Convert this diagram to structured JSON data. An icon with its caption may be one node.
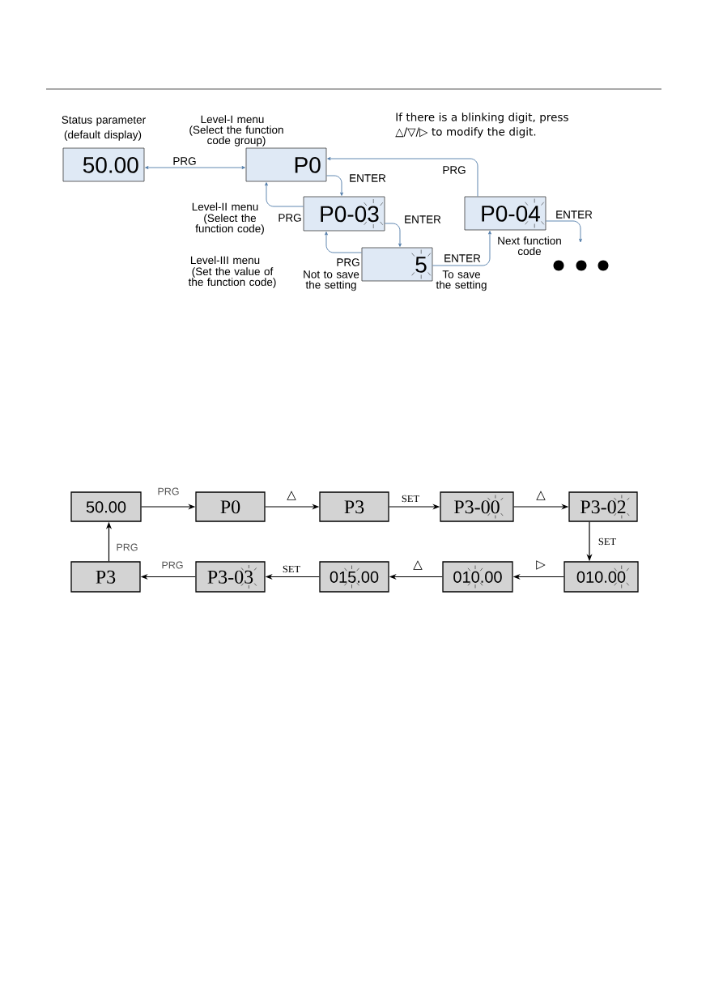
{
  "diagram": {
    "nodes": [
      {
        "text": [
          "Status parameter",
          "(default display)",
          "50.00"
        ]
      },
      {
        "text": [
          "Level-I menu",
          "(Select the function code group)",
          "P0"
        ]
      },
      {
        "text": [
          "P0-03"
        ],
        "beside": [
          "Level-II menu",
          "(Select the function code)"
        ]
      },
      {
        "text": [
          "P0-04"
        ],
        "beside": [
          "Next function code"
        ]
      },
      {
        "text": [
          "5"
        ],
        "beside": [
          "Level-III menu",
          "(Set the value of the function code)"
        ]
      },
      {
        "text": [
          "50.00"
        ]
      },
      {
        "text": [
          "P0"
        ]
      },
      {
        "text": [
          "P3"
        ]
      },
      {
        "text": [
          "P3-00"
        ]
      },
      {
        "text": [
          "P3-02"
        ]
      },
      {
        "text": [
          "P3"
        ]
      },
      {
        "text": [
          "P3-03"
        ]
      },
      {
        "text": [
          "015.00"
        ]
      },
      {
        "text": [
          "010.00"
        ]
      },
      {
        "text": [
          "010.00"
        ]
      }
    ],
    "edges": [
      {
        "from": 0,
        "to": 1,
        "arrow": "both",
        "label": "PRG",
        "color": "#4f7aa8"
      },
      {
        "from": 1,
        "to": 2,
        "arrow": "to",
        "label": "ENTER",
        "color": "#4f7aa8"
      },
      {
        "from": 2,
        "to": 1,
        "arrow": "to",
        "label": "PRG",
        "color": "#4f7aa8"
      },
      {
        "from": 2,
        "to": 4,
        "arrow": "to",
        "label": "ENTER",
        "color": "#4f7aa8"
      },
      {
        "from": 4,
        "to": 2,
        "arrow": "to",
        "label": "PRG",
        "color": "#4f7aa8"
      },
      {
        "from": 4,
        "to": 3,
        "arrow": "to",
        "label": "ENTER",
        "color": "#4f7aa8"
      },
      {
        "from": 3,
        "to": 1,
        "arrow": "to",
        "label": "PRG",
        "color": "#4f7aa8"
      },
      {
        "from": 3,
        "to": null,
        "arrow": "to",
        "label": "ENTER",
        "color": "#4f7aa8"
      },
      {
        "from": 5,
        "to": 6,
        "arrow": "to",
        "label": "PRG"
      },
      {
        "from": 6,
        "to": 7,
        "arrow": "to",
        "label": "△"
      },
      {
        "from": 7,
        "to": 8,
        "arrow": "to",
        "label": "SET"
      },
      {
        "from": 8,
        "to": 9,
        "arrow": "to",
        "label": "△"
      },
      {
        "from": 9,
        "to": 14,
        "arrow": "to",
        "label": "SET"
      },
      {
        "from": 14,
        "to": 13,
        "arrow": "to",
        "label": "▷"
      },
      {
        "from": 13,
        "to": 12,
        "arrow": "to",
        "label": "△"
      },
      {
        "from": 12,
        "to": 11,
        "arrow": "to",
        "label": "SET"
      },
      {
        "from": 11,
        "to": 10,
        "arrow": "to",
        "label": "PRG"
      },
      {
        "from": 10,
        "to": 5,
        "arrow": "to",
        "label": "PRG"
      }
    ],
    "labels": [
      "If there is a blinking digit, press △/▽/▷ to modify the digit.",
      "Not to save the setting",
      "To save the setting"
    ]
  }
}
